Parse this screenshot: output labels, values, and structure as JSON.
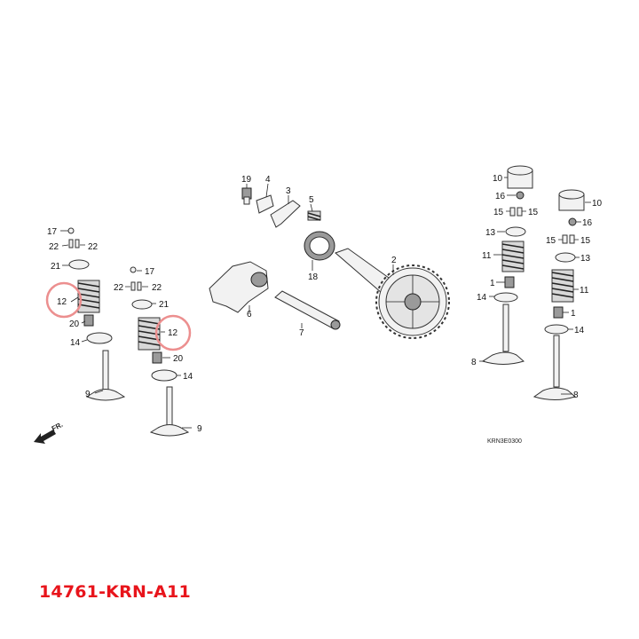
{
  "part_number": "14761-KRN-A11",
  "diagram_code": "KRN3E0300",
  "direction_label": "FR.",
  "colors": {
    "highlight": "#ec8f8f",
    "part_number_text": "#e8141b",
    "line": "#222222"
  },
  "callouts": {
    "c1_left": "1",
    "c1_right": "1",
    "c2": "2",
    "c3": "3",
    "c4": "4",
    "c5": "5",
    "c6": "6",
    "c7": "7",
    "c8_left": "8",
    "c8_right": "8",
    "c9_a": "9",
    "c9_b": "9",
    "c10_a": "10",
    "c10_b": "10",
    "c11_a": "11",
    "c11_b": "11",
    "c12_a": "12",
    "c12_b": "12",
    "c13_a": "13",
    "c13_b": "13",
    "c14_a": "14",
    "c14_b": "14",
    "c14_c": "14",
    "c14_d": "14",
    "c15_a": "15",
    "c15_b": "15",
    "c15_c": "15",
    "c15_d": "15",
    "c16_a": "16",
    "c16_b": "16",
    "c17_a": "17",
    "c17_b": "17",
    "c18": "18",
    "c19": "19",
    "c20_a": "20",
    "c20_b": "20",
    "c21_a": "21",
    "c21_b": "21",
    "c22_a": "22",
    "c22_b": "22",
    "c22_c": "22",
    "c22_d": "22"
  }
}
